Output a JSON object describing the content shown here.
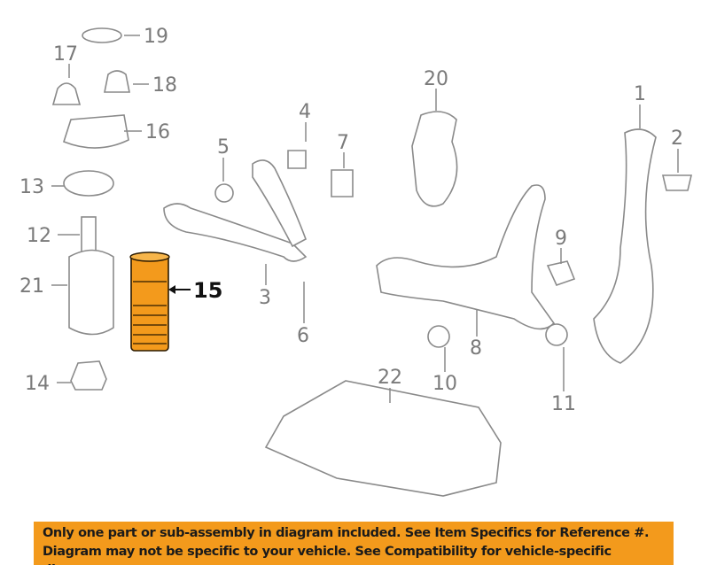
{
  "diagram": {
    "highlighted_part": "15",
    "highlight_color": "#f39a1c",
    "callouts": [
      "1",
      "2",
      "3",
      "4",
      "5",
      "6",
      "7",
      "8",
      "9",
      "10",
      "11",
      "12",
      "13",
      "14",
      "16",
      "17",
      "18",
      "19",
      "20",
      "21",
      "22"
    ]
  },
  "banner": {
    "line1": "Only one part or sub-assembly in diagram included. See Item Specifics for Reference #.",
    "line2": "Diagram may not be specific to your vehicle. See Compatibility for vehicle-specific diagrams.",
    "background": "#f39a1c"
  }
}
